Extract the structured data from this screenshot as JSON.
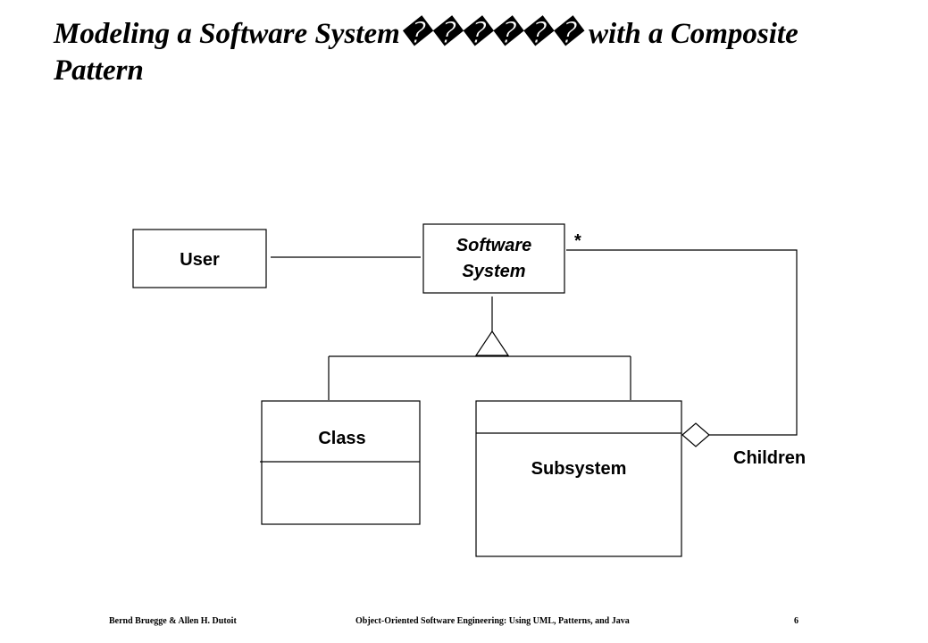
{
  "slide": {
    "title_line1": "Modeling a Software System������ with a Composite",
    "title_line2": "Pattern"
  },
  "diagram": {
    "classes": {
      "user": "User",
      "software_system_line1": "Software",
      "software_system_line2": "System",
      "class": "Class",
      "subsystem": "Subsystem"
    },
    "multiplicity": "*",
    "role_label": "Children"
  },
  "footer": {
    "authors": "Bernd Bruegge & Allen H. Dutoit",
    "book_title": "Object-Oriented Software Engineering: Using UML, Patterns, and Java",
    "page_number": "6"
  }
}
